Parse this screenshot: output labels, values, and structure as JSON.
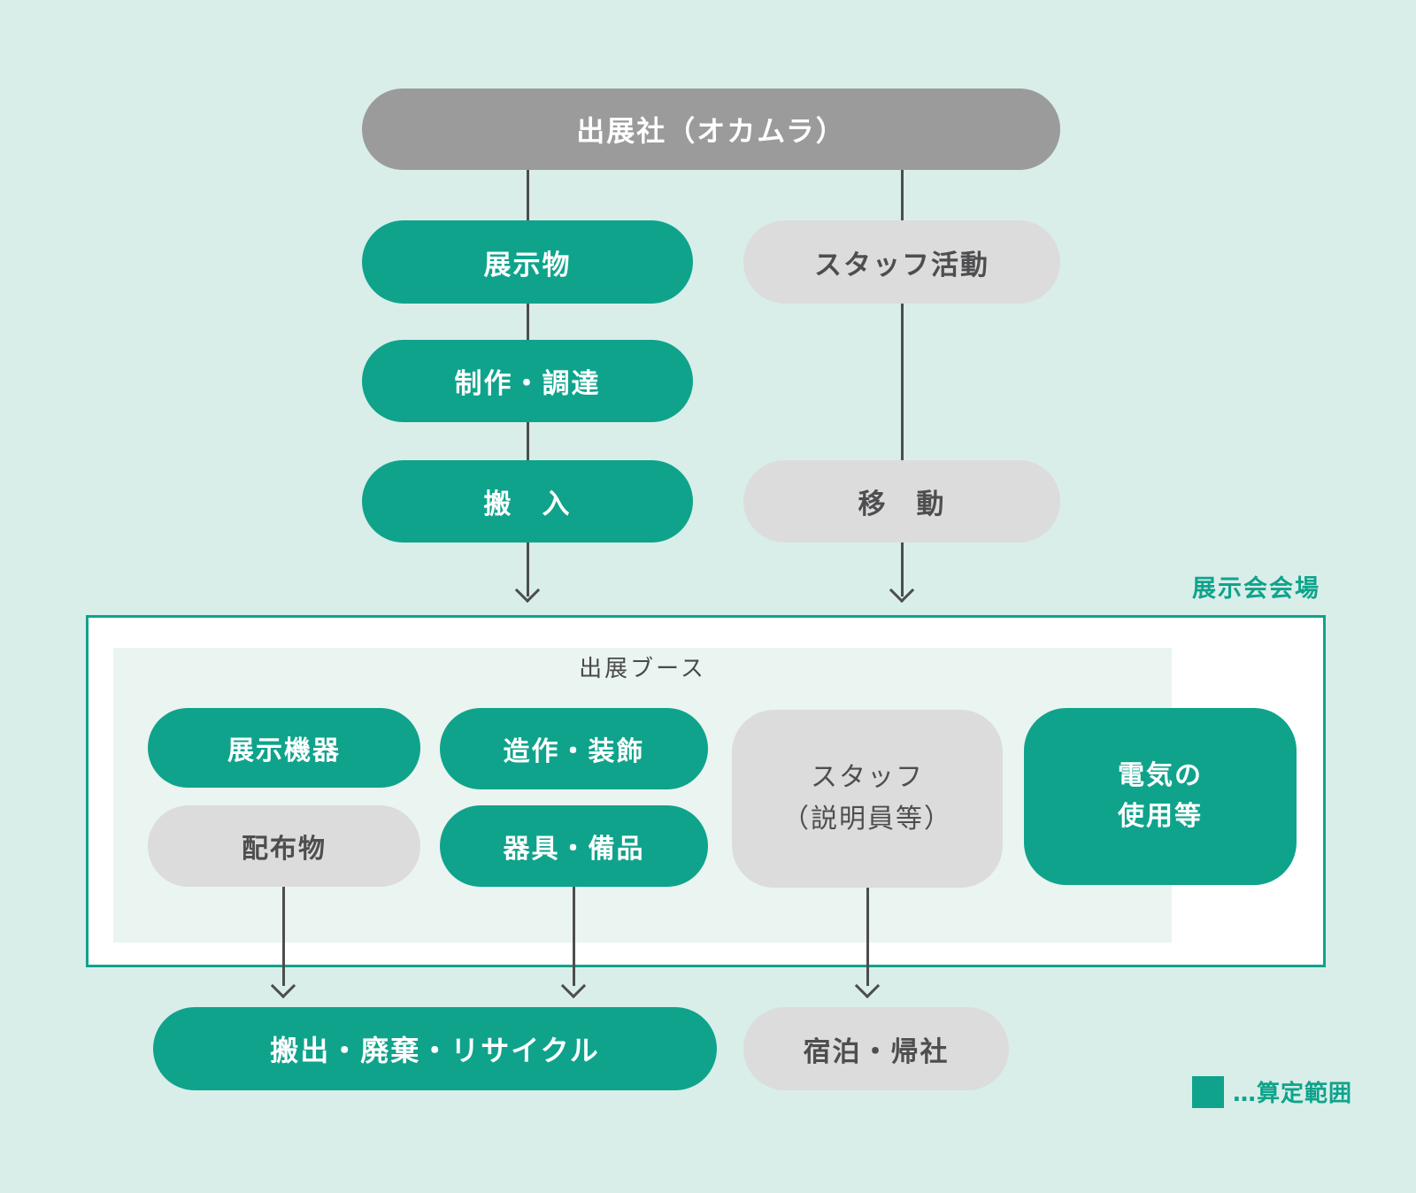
{
  "palette": {
    "background": "#d9eee9",
    "accent_teal": "#0fa38c",
    "top_node_gray": "#9b9b9b",
    "light_pill_gray": "#dcdcdc",
    "dark_text": "#4e4e50",
    "line": "#4d4d4d",
    "venue_background": "#ffffff",
    "booth_background": "#eaf4f0"
  },
  "flow": {
    "exhibitor": {
      "label": "出展社（オカムラ）"
    },
    "left_column": [
      {
        "label": "展示物"
      },
      {
        "label": "制作・調達"
      },
      {
        "label": "搬　入"
      }
    ],
    "right_column": [
      {
        "label": "スタッフ活動"
      },
      {
        "label": "移　動"
      }
    ]
  },
  "venue": {
    "label": "展示会会場",
    "booth": {
      "label": "出展ブース",
      "items": [
        {
          "label": "展示機器",
          "in_scope": true
        },
        {
          "label": "造作・装飾",
          "in_scope": true
        },
        {
          "label": "配布物",
          "in_scope": false
        },
        {
          "label": "器具・備品",
          "in_scope": true
        }
      ]
    },
    "staff": {
      "line1": "スタッフ",
      "line2": "（説明員等）",
      "in_scope": false
    },
    "electricity": {
      "line1": "電気の",
      "line2": "使用等",
      "in_scope": true
    }
  },
  "bottom": {
    "carry_out": {
      "label": "搬出・廃棄・リサイクル",
      "in_scope": true
    },
    "lodging": {
      "label": "宿泊・帰社",
      "in_scope": false
    }
  },
  "legend": {
    "label": "…算定範囲"
  }
}
